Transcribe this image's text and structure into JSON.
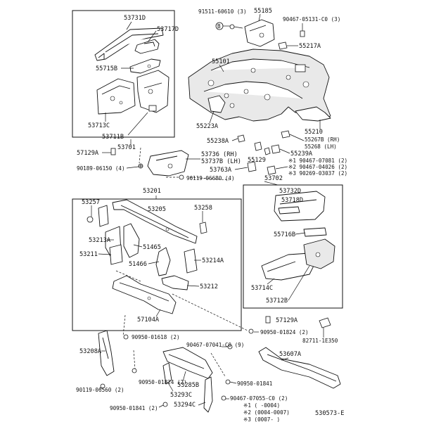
{
  "diagram": {
    "catalog_number": "530573-E",
    "group_labels": {
      "top_left_box": "53701",
      "front_panel_box": "53201",
      "side_box_right": "53702"
    },
    "callouts": {
      "p53731D": "53731D",
      "p53717D": "53717D",
      "p55715B": "55715B",
      "p53713C": "53713C",
      "p53711B": "53711B",
      "p57129A_top": "57129A",
      "p90189_06150": "90189-06150 (4)",
      "p91511": "91511-60610 (3)",
      "p55185": "55185",
      "p90467_05131": "90467-05131-C0 (3)",
      "p55217A": "55217A",
      "p55101": "55101",
      "p55223A": "55223A",
      "p55210": "55210",
      "p55267B": "55267B (RH)",
      "p55268": "55268    (LH)",
      "p55238A": "55238A",
      "p55239A": "55239A",
      "p53736": "53736  (RH)",
      "p53737B": "53737B (LH)",
      "p53763A": "53763A",
      "p55129": "55129",
      "p_note1": "※1 90467-07081 (2)",
      "p_note2": "※2 90467-04026 (2)",
      "p_note3": "※3 90269-03037 (2)",
      "p90119_06680": "90119-06680 (4)",
      "p53257": "53257",
      "p53205": "53205",
      "p53258": "53258",
      "p53213A": "53213A",
      "p51465": "51465",
      "p53211": "53211",
      "p51466": "51466",
      "p53214A": "53214A",
      "p53212": "53212",
      "p57104A": "57104A",
      "p53732D": "53732D",
      "p53718D": "53718D",
      "p55716B": "55716B",
      "p53714C": "53714C",
      "p53712B": "53712B",
      "p57129A_bottom": "57129A",
      "p90950_01824_right": "90950-01824 (2)",
      "p82711": "82711-1E350",
      "p90950_01618": "90950-01618 (2)",
      "p53208A": "53208A",
      "p90467_07041": "90467-07041-C0 (9)",
      "p53607A": "53607A",
      "p90950_01824_left": "90950-01824 (2)",
      "p90119_06560": "90119-06560 (2)",
      "p53285B": "53285B",
      "p53293C": "53293C",
      "p90950_01841_mid": "90950-01841",
      "p90467_07055": "90467-07055-C0 (2)",
      "p90950_01841_left": "90950-01841 (2)",
      "p53294C": "53294C"
    },
    "callout_marker": "B",
    "date_notes": [
      "※1 (      -0004)",
      "※2 (0004-0007)",
      "※3 (0007-     )"
    ]
  }
}
